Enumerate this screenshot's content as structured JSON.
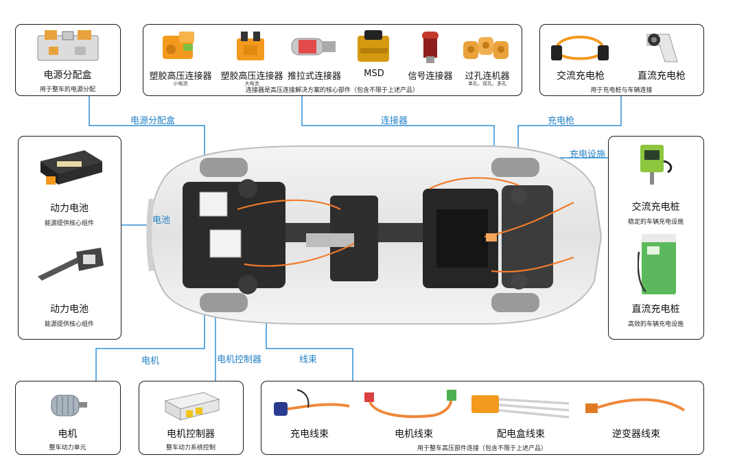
{
  "colors": {
    "leader": "#2b8fd6",
    "connector_orange": "#f39a1e",
    "charger_green": "#8cc63f",
    "wire_orange": "#f0883a"
  },
  "pdu_box": {
    "title": "电源分配盒",
    "desc": "用于整车的电源分配"
  },
  "connectors_box": {
    "items": [
      {
        "label": "塑胶高压连接器",
        "note": "小电流",
        "icon": "orange-hv-connector-icon"
      },
      {
        "label": "塑胶高压连接器",
        "note": "大电流",
        "icon": "orange-hv-connector-large-icon"
      },
      {
        "label": "推拉式连接器",
        "note": "",
        "icon": "push-pull-connector-icon"
      },
      {
        "label": "MSD",
        "note": "",
        "icon": "msd-icon"
      },
      {
        "label": "信号连接器",
        "note": "",
        "icon": "signal-connector-icon"
      },
      {
        "label": "过孔连机器",
        "note": "单孔、双孔、多孔",
        "icon": "through-hole-connector-icon"
      }
    ],
    "desc": "连接器是高压连接解决方案的核心部件（包含不限于上述产品）"
  },
  "guns_box": {
    "items": [
      {
        "label": "交流充电枪",
        "icon": "ac-charging-gun-icon"
      },
      {
        "label": "直流充电枪",
        "icon": "dc-charging-gun-icon"
      }
    ],
    "desc": "用于充电桩与车辆连接"
  },
  "battery_box": {
    "items": [
      {
        "title": "动力电池",
        "desc": "能源提供核心组件",
        "icon": "battery-pack-icon"
      },
      {
        "title": "动力电池",
        "desc": "能源提供核心组件",
        "icon": "battery-module-icon"
      }
    ]
  },
  "facility_box": {
    "items": [
      {
        "title": "交流充电桩",
        "desc": "稳定的车辆充电设施",
        "icon": "ac-charging-pile-icon"
      },
      {
        "title": "直流充电桩",
        "desc": "高效的车辆充电设施",
        "icon": "dc-charging-pile-icon"
      }
    ]
  },
  "motor_box": {
    "title": "电机",
    "desc": "整车动力单元"
  },
  "controller_box": {
    "title": "电机控制器",
    "desc": "整车动力系统控制"
  },
  "harness_box": {
    "items": [
      {
        "label": "充电线束",
        "icon": "charging-harness-icon"
      },
      {
        "label": "电机线束",
        "icon": "motor-harness-icon"
      },
      {
        "label": "配电盒线束",
        "icon": "pdu-harness-icon"
      },
      {
        "label": "逆变器线束",
        "icon": "inverter-harness-icon"
      }
    ],
    "desc": "用于整车高压部件连接（包含不限于上述产品）"
  },
  "leaders": {
    "pdu": "电源分配盒",
    "connector": "连接器",
    "gun": "充电枪",
    "facility": "充电设施",
    "battery": "电池",
    "motor": "电机",
    "controller": "电机控制器",
    "harness": "线束"
  }
}
